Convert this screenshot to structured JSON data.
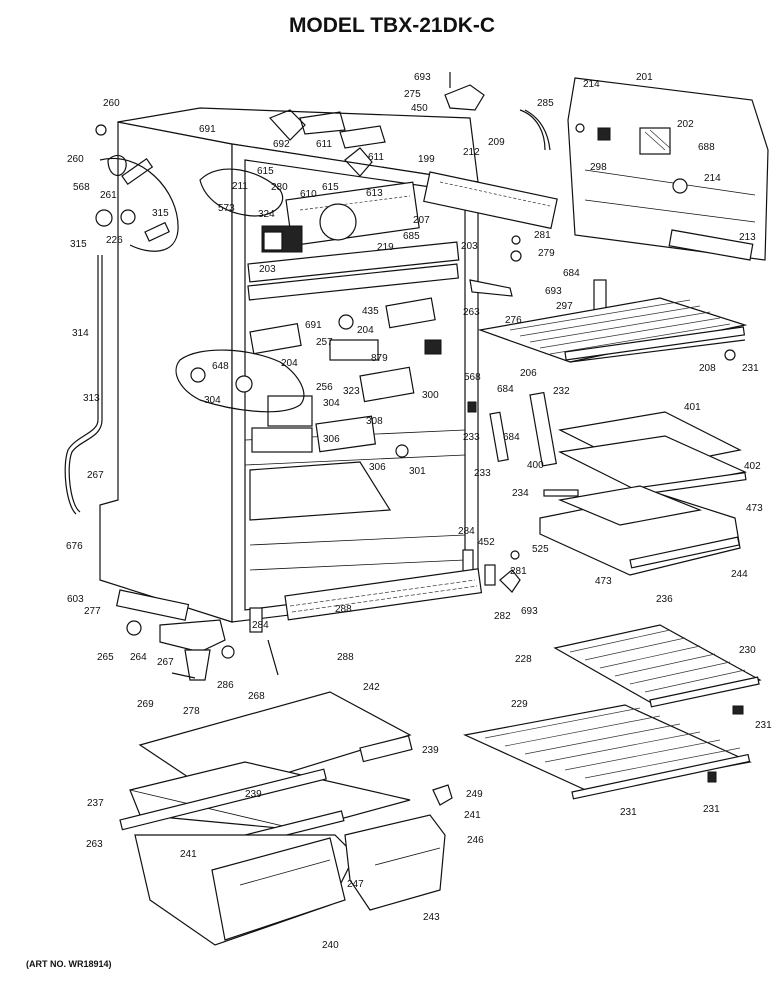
{
  "title": "MODEL TBX-21DK-C",
  "art_number": "(ART NO. WR18914)",
  "part_labels": [
    "260",
    "691",
    "692",
    "611",
    "611",
    "199",
    "693",
    "275",
    "450",
    "285",
    "214",
    "201",
    "202",
    "688",
    "260",
    "261",
    "568",
    "315",
    "315",
    "226",
    "615",
    "610",
    "615",
    "613",
    "211",
    "280",
    "573",
    "324",
    "207",
    "209",
    "212",
    "298",
    "214",
    "685",
    "219",
    "203",
    "203",
    "281",
    "279",
    "213",
    "684",
    "693",
    "263",
    "276",
    "297",
    "314",
    "435",
    "204",
    "691",
    "257",
    "204",
    "879",
    "568",
    "300",
    "206",
    "208",
    "231",
    "648",
    "256",
    "304",
    "304",
    "323",
    "308",
    "313",
    "684",
    "232",
    "233",
    "684",
    "401",
    "306",
    "306",
    "301",
    "233",
    "400",
    "402",
    "267",
    "234",
    "473",
    "525",
    "284",
    "452",
    "281",
    "244",
    "473",
    "236",
    "676",
    "603",
    "277",
    "288",
    "284",
    "282",
    "693",
    "265",
    "264",
    "267",
    "288",
    "228",
    "230",
    "286",
    "268",
    "269",
    "278",
    "242",
    "229",
    "231",
    "239",
    "249",
    "237",
    "239",
    "241",
    "263",
    "241",
    "246",
    "247",
    "231",
    "231",
    "243",
    "240"
  ]
}
